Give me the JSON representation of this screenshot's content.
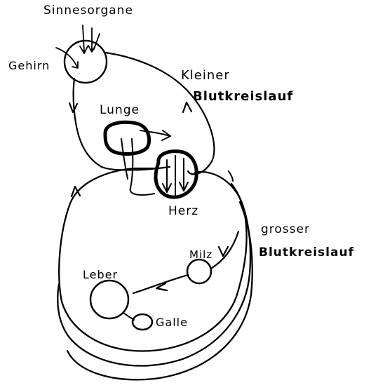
{
  "labels": {
    "sinnesorgane": "Sinnesorgane",
    "gehirn": "Gehirn",
    "kleiner": "Kleiner",
    "blutkreislauf_klein": "Blutkreislauf",
    "lunge": "Lunge",
    "herz": "Herz",
    "grosser": "grosser",
    "blutkreislauf_gross": "Blutkreislauf",
    "milz": "Milz",
    "leber": "Leber",
    "galle": "Galle"
  },
  "colors": {
    "ink": "#000000",
    "background": "#ffffff"
  }
}
